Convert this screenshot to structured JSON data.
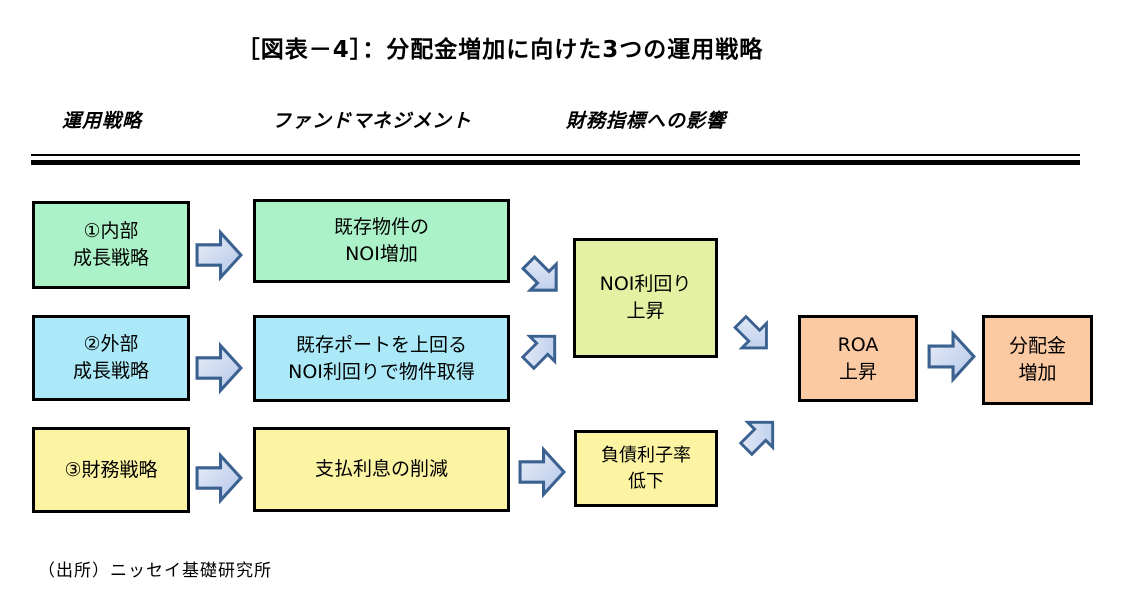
{
  "title": "［図表－4］：分配金増加に向けた3つの運用戦略",
  "headers": {
    "strategy": "運用戦略",
    "fund_management": "ファンドマネジメント",
    "financial_impact": "財務指標への影響"
  },
  "rows": [
    {
      "strategy": "①内部\n成長戦略",
      "action": "既存物件の\nNOI増加"
    },
    {
      "strategy": "②外部\n成長戦略",
      "action": "既存ポートを上回る\nNOI利回りで物件取得"
    },
    {
      "strategy": "③財務戦略",
      "action": "支払利息の削減"
    }
  ],
  "outcomes": {
    "noi_yield": "NOI利回り\n上昇",
    "debt_rate": "負債利子率\n低下"
  },
  "results": {
    "roa": "ROA\n上昇",
    "distribution": "分配金\n増加"
  },
  "source": "（出所）ニッセイ基礎研究所",
  "colors": {
    "green": "#ACF2C8",
    "cyan": "#ABE9F8",
    "yellow": "#FCF3A3",
    "yellow_green": "#E4F0A2",
    "orange": "#FBC9A2",
    "arrow_border": "#3A618F",
    "arrow_fill_light": "#EAEFF9",
    "arrow_fill_dark": "#B3C6E8"
  }
}
